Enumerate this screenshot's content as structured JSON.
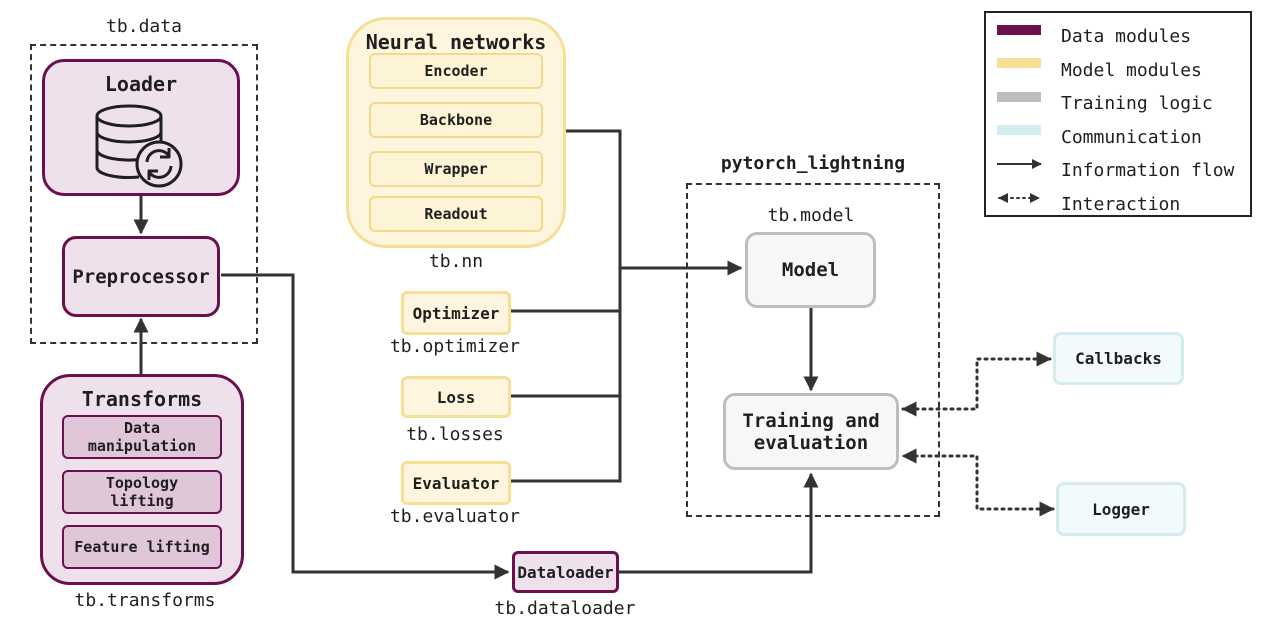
{
  "tb_data": {
    "label": "tb.data",
    "loader": "Loader",
    "preprocessor": "Preprocessor"
  },
  "tb_transforms": {
    "title": "Transforms",
    "items": [
      "Data\nmanipulation",
      "Topology\nlifting",
      "Feature lifting"
    ],
    "label": "tb.transforms"
  },
  "tb_nn": {
    "title": "Neural networks",
    "items": [
      "Encoder",
      "Backbone",
      "Wrapper",
      "Readout"
    ],
    "label": "tb.nn"
  },
  "optimizer": {
    "name": "Optimizer",
    "label": "tb.optimizer"
  },
  "loss": {
    "name": "Loss",
    "label": "tb.losses"
  },
  "evaluator": {
    "name": "Evaluator",
    "label": "tb.evaluator"
  },
  "dataloader": {
    "name": "Dataloader",
    "label": "tb.dataloader"
  },
  "lightning": {
    "title": "pytorch_lightning",
    "model_label": "tb.model",
    "model": "Model",
    "training": "Training and\nevaluation"
  },
  "callbacks": "Callbacks",
  "logger": "Logger",
  "legend": {
    "items": [
      {
        "label": "Data modules",
        "color": "#6b0f4e",
        "kind": "swatch"
      },
      {
        "label": "Model modules",
        "color": "#f6df94",
        "kind": "swatch"
      },
      {
        "label": "Training logic",
        "color": "#bdbdbd",
        "kind": "swatch"
      },
      {
        "label": "Communication",
        "color": "#d3ecee",
        "kind": "swatch"
      },
      {
        "label": "Information flow",
        "color": "#333333",
        "kind": "arrow"
      },
      {
        "label": "Interaction",
        "color": "#333333",
        "kind": "dotted-double-arrow"
      }
    ]
  }
}
